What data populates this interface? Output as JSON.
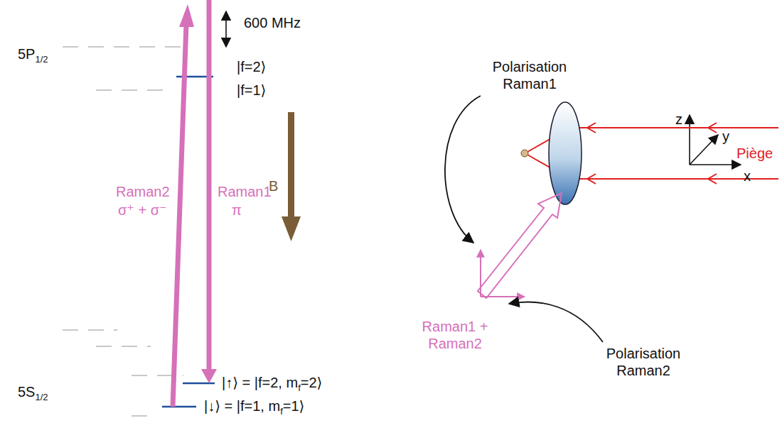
{
  "diagram": {
    "labels": [
      "600 MHz",
      "5P",
      "1/2",
      "|f=2⟩",
      "|f=1⟩",
      "Raman2",
      "σ⁺ + σ⁻",
      "Raman1",
      "π",
      "5S",
      "1/2",
      "|↑⟩ = |f=2, m",
      "f",
      "=2⟩",
      "|↓⟩ = |f=1, m",
      "f",
      "=1⟩",
      "B",
      "Polarisation Raman1",
      "Polarisation Raman2",
      "Raman1 + Raman2",
      "Piège",
      "z",
      "y",
      "x"
    ]
  }
}
